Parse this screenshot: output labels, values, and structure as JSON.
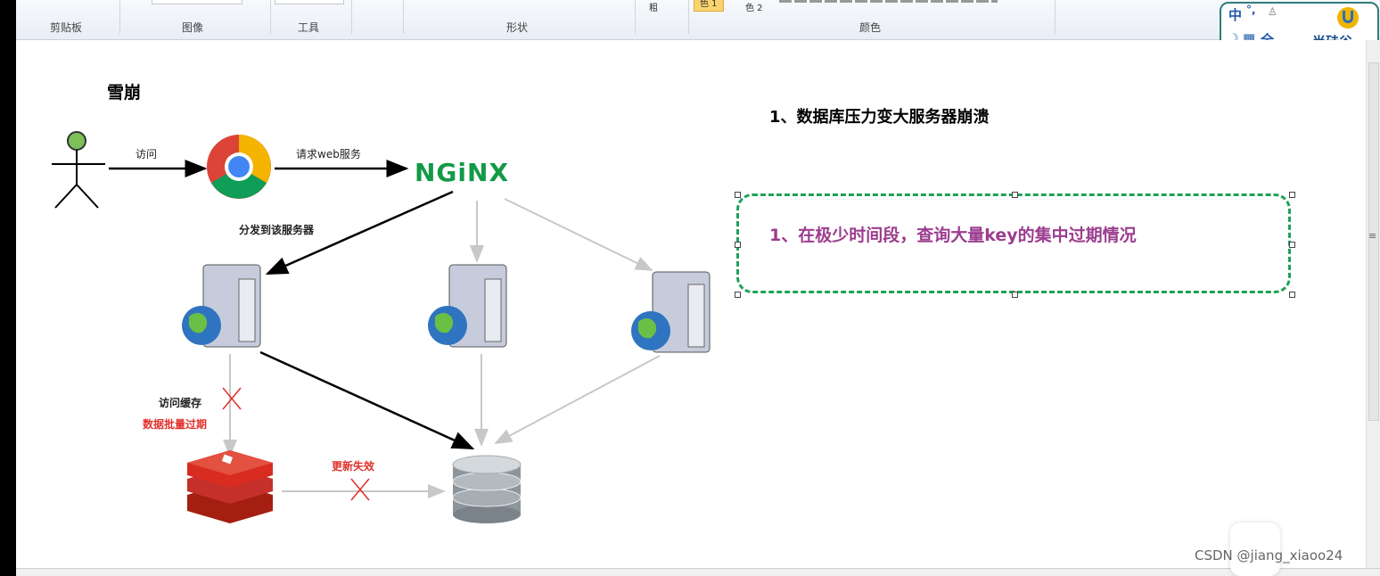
{
  "ribbon": {
    "groups": {
      "clipboard": "剪贴板",
      "image": "图像",
      "tools": "工具",
      "shapes": "形状",
      "colors": "颜色"
    },
    "size_label": "粗",
    "color1": "色 1",
    "color2": "色 2"
  },
  "ime": {
    "lang": "中",
    "punct": "°,",
    "moon": "☽",
    "keyboard": "▦",
    "full": "全",
    "brand": "尚硅谷"
  },
  "diagram": {
    "title": "雪崩",
    "edge_visit": "访问",
    "edge_request": "请求web服务",
    "nginx": "NGiNX",
    "edge_dispatch": "分发到该服务器",
    "edge_cache": "访问缓存",
    "edge_expire": "数据批量过期",
    "edge_update": "更新失效"
  },
  "notes": {
    "point1": "1、数据库压力变大服务器崩溃",
    "textbox": "1、在极少时间段，查询大量key的集中过期情况"
  },
  "watermark": "CSDN @jiang_xiaoo24",
  "scroll_grip": "≡"
}
